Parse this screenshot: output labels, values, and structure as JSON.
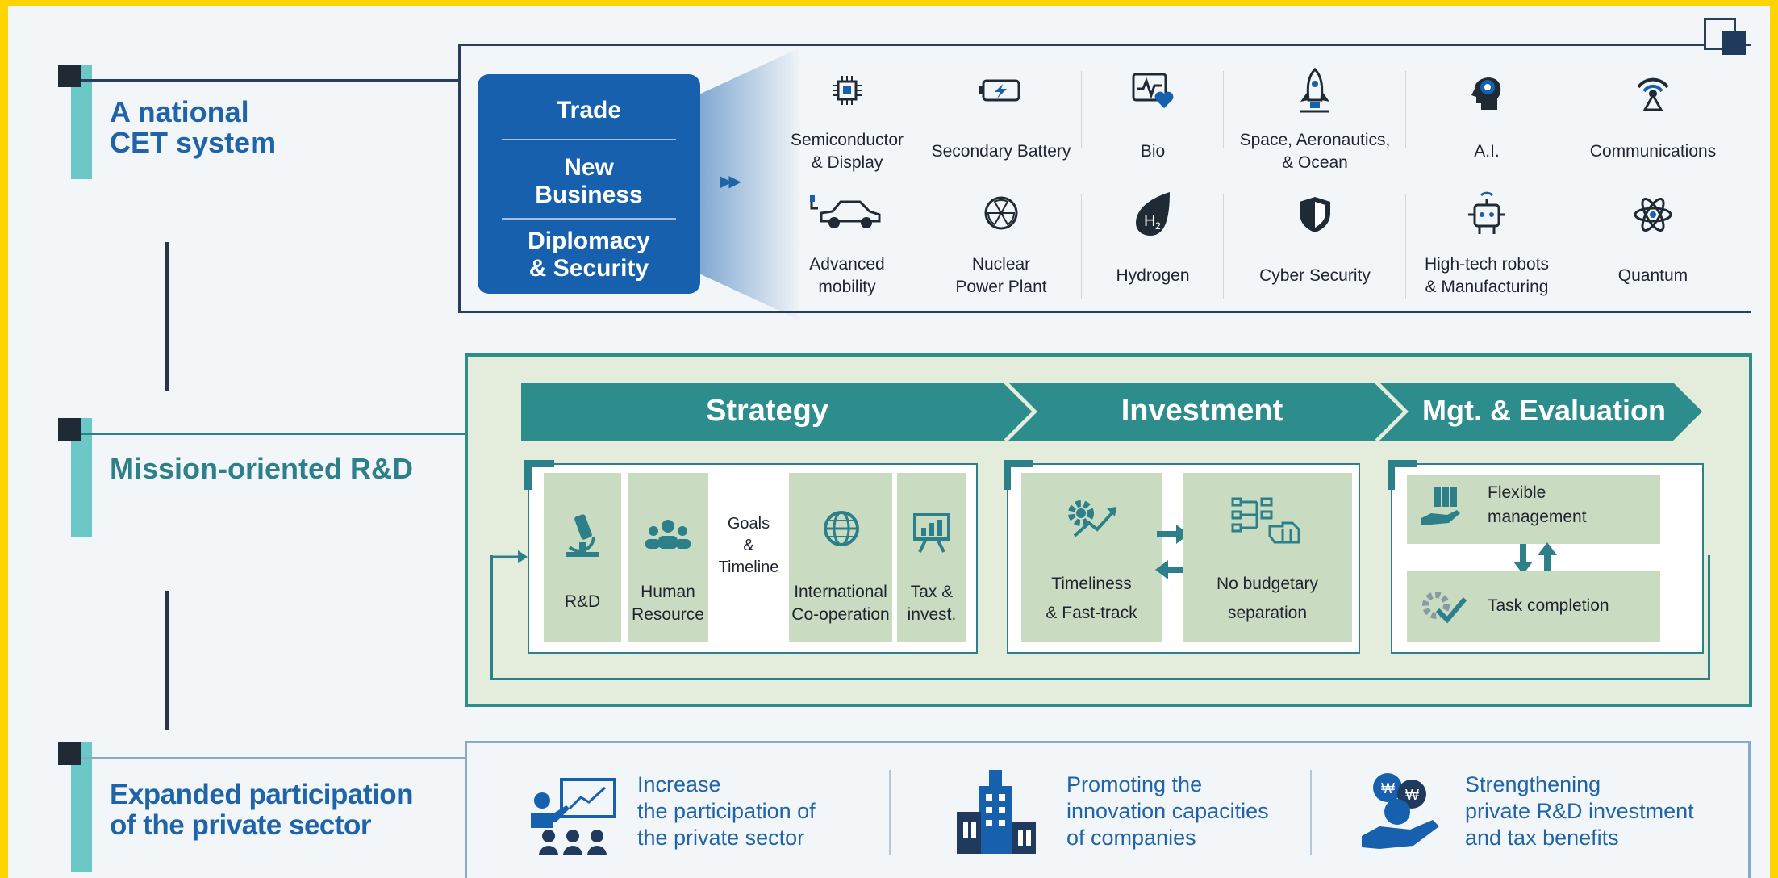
{
  "sections": {
    "cet": {
      "title_line1": "A national",
      "title_line2": "CET system"
    },
    "mission": {
      "title": "Mission-oriented R&D"
    },
    "private": {
      "title_line1": "Expanded participation",
      "title_line2": "of the private sector"
    }
  },
  "cet_box": {
    "item1": "Trade",
    "item2_line1": "New",
    "item2_line2": "Business",
    "item3_line1": "Diplomacy",
    "item3_line2": "& Security"
  },
  "industries": {
    "semiconductor": {
      "line1": "Semiconductor",
      "line2": "& Display",
      "icon": "chip-icon"
    },
    "battery": {
      "line1": "Secondary Battery",
      "icon": "battery-icon"
    },
    "bio": {
      "line1": "Bio",
      "icon": "heartbeat-icon"
    },
    "space": {
      "line1": "Space, Aeronautics,",
      "line2": "& Ocean",
      "icon": "rocket-icon"
    },
    "ai": {
      "line1": "A.I.",
      "icon": "brain-icon"
    },
    "comms": {
      "line1": "Communications",
      "icon": "signal-icon"
    },
    "mobility": {
      "line1": "Advanced",
      "line2": "mobility",
      "icon": "car-icon"
    },
    "nuclear": {
      "line1": "Nuclear",
      "line2": "Power Plant",
      "icon": "radiation-icon"
    },
    "hydrogen": {
      "line1": "Hydrogen",
      "icon": "hydrogen-icon"
    },
    "cyber": {
      "line1": "Cyber Security",
      "icon": "shield-icon"
    },
    "robots": {
      "line1": "High-tech robots",
      "line2": "& Manufacturing",
      "icon": "robot-icon"
    },
    "quantum": {
      "line1": "Quantum",
      "icon": "atom-icon"
    }
  },
  "stages": {
    "strategy": "Strategy",
    "investment": "Investment",
    "mgt": "Mgt. & Evaluation"
  },
  "strategy_items": {
    "rd": "R&D",
    "hr_line1": "Human",
    "hr_line2": "Resource",
    "goals_line1": "Goals",
    "goals_line2": "&",
    "goals_line3": "Timeline",
    "intl_line1": "International",
    "intl_line2": "Co-operation",
    "tax_line1": "Tax &",
    "tax_line2": "invest."
  },
  "investment_items": {
    "timeliness_line1": "Timeliness",
    "timeliness_line2": "& Fast-track",
    "budget_line1": "No budgetary",
    "budget_line2": "separation"
  },
  "mgt_items": {
    "flex_line1": "Flexible",
    "flex_line2": "management",
    "task": "Task completion"
  },
  "private_items": {
    "increase": {
      "line1": "Increase",
      "line2": "the participation of",
      "line3": "the private sector"
    },
    "promote": {
      "line1": "Promoting the",
      "line2": "innovation capacities",
      "line3": "of companies"
    },
    "strengthen": {
      "line1": "Strengthening",
      "line2": "private R&D investment",
      "line3": "and tax benefits"
    }
  },
  "colors": {
    "blue": "#1760ae",
    "teal": "#2d7f8a",
    "green_bg": "#e4eddb",
    "frame": "#ffd400"
  }
}
